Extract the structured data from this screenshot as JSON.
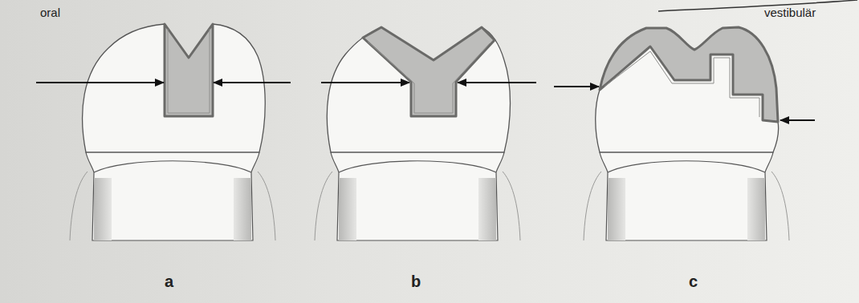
{
  "diagram": {
    "labels": [
      "oral",
      "vestibulär",
      "a",
      "b",
      "c"
    ]
  }
}
